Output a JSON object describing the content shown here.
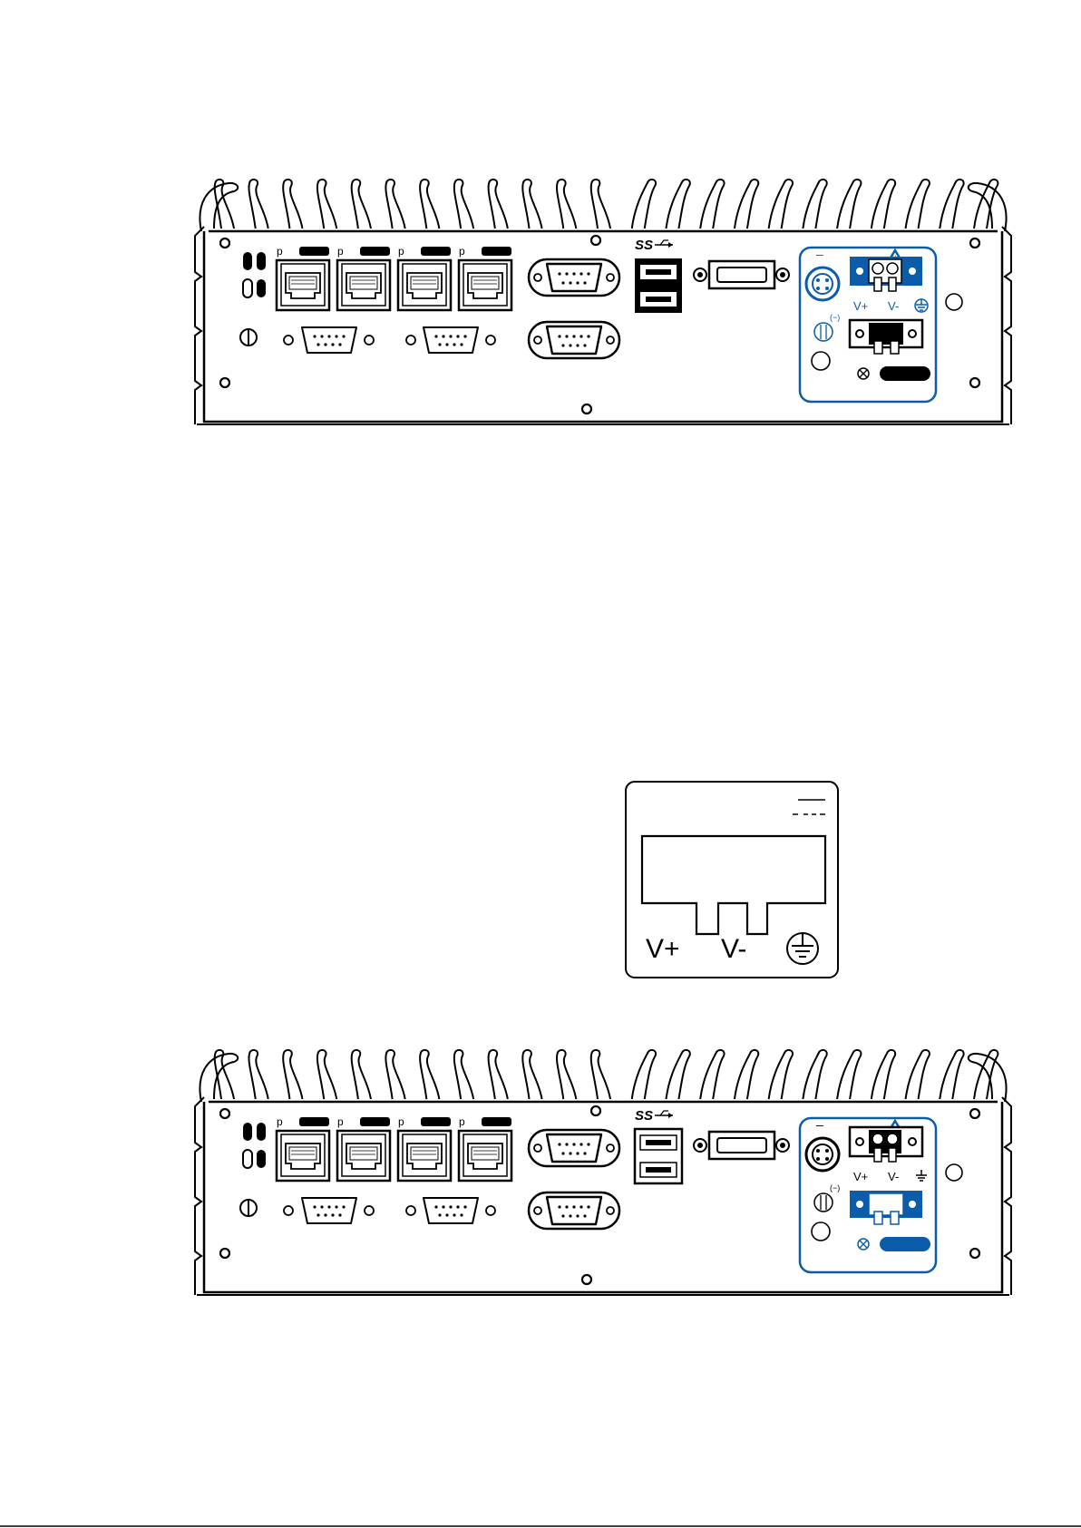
{
  "panel_top": {
    "terminal_labels": [
      "V+",
      "V-"
    ],
    "usb_logo": "SS",
    "mouse_port_label": "(−)"
  },
  "panel_bottom": {
    "terminal_labels": [
      "V+",
      "V-"
    ],
    "usb_logo": "SS",
    "mouse_port_label": "(−)"
  },
  "callout": {
    "vplus": "V+",
    "vminus": "V-"
  },
  "colors": {
    "highlight_blue": "#0b5cab",
    "line": "#000000"
  },
  "icons": [
    "ground-symbol-icon",
    "warning-triangle-icon",
    "usb-icon",
    "screw-icon",
    "power-button-icon"
  ]
}
